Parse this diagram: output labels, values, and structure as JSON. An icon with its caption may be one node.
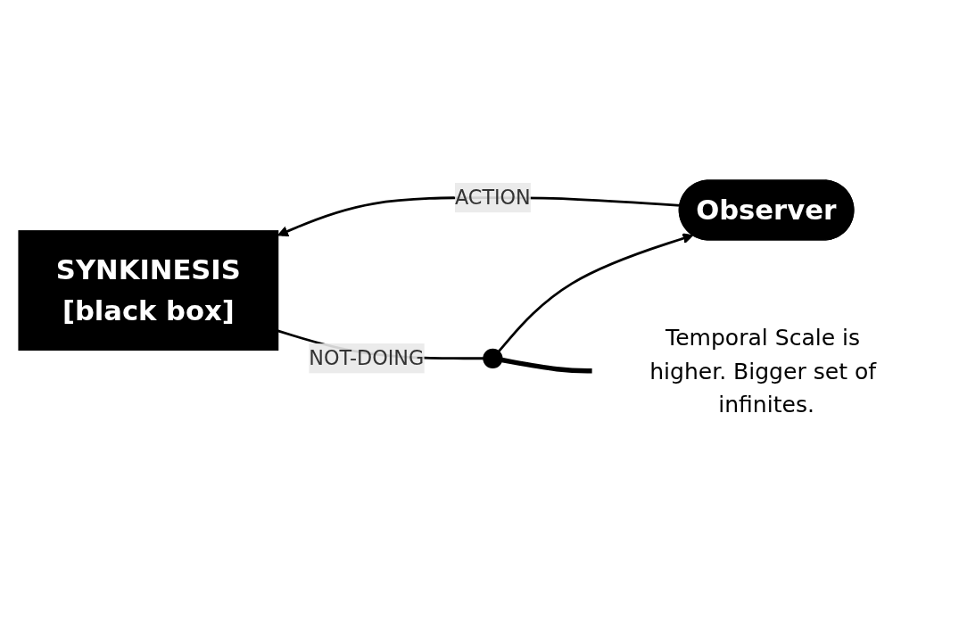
{
  "diagram": {
    "nodes": [
      {
        "text": [
          "SYNKINESIS",
          "[black box]"
        ]
      },
      {
        "text": [
          "Observer"
        ]
      },
      {
        "text": [],
        "shape": "circle"
      },
      {
        "text": [
          "Temporal Scale is higher. Bigger set of infinites."
        ]
      }
    ],
    "edges": [
      {
        "from": 1,
        "to": 0,
        "arrow": "to",
        "label": "ACTION"
      },
      {
        "from": 0,
        "to": 2,
        "arrow": "none",
        "label": "NOT-DOING"
      },
      {
        "from": 2,
        "to": 1,
        "arrow": "to"
      },
      {
        "from": 3,
        "to": 2,
        "arrow": "none",
        "style": "thick"
      }
    ]
  }
}
